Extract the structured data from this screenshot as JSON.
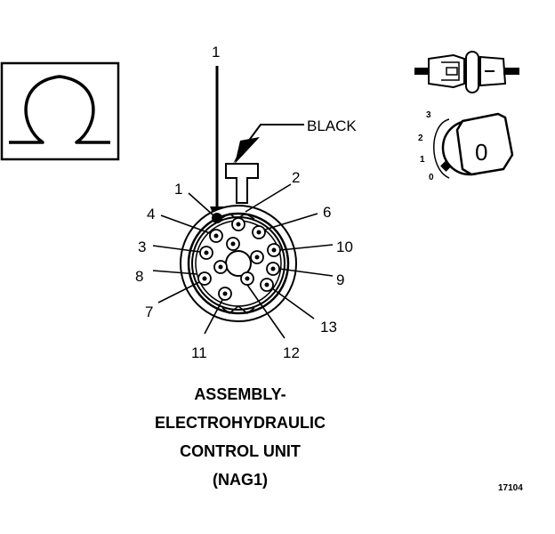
{
  "meter": {
    "symbol": "Ω"
  },
  "probe": {
    "label": "1"
  },
  "wire": {
    "label": "BLACK"
  },
  "pins": [
    {
      "label": "1"
    },
    {
      "label": "2"
    },
    {
      "label": "3"
    },
    {
      "label": "4"
    },
    {
      "label": "6"
    },
    {
      "label": "7"
    },
    {
      "label": "8"
    },
    {
      "label": "9"
    },
    {
      "label": "10"
    },
    {
      "label": "11"
    },
    {
      "label": "12"
    },
    {
      "label": "13"
    }
  ],
  "ignition": {
    "positions": [
      "3",
      "2",
      "1",
      "0"
    ],
    "key_value": "0"
  },
  "caption": {
    "line1": "ASSEMBLY-",
    "line2": "ELECTROHYDRAULIC",
    "line3": "CONTROL UNIT",
    "line4": "(NAG1)"
  },
  "figure_number": "17104"
}
